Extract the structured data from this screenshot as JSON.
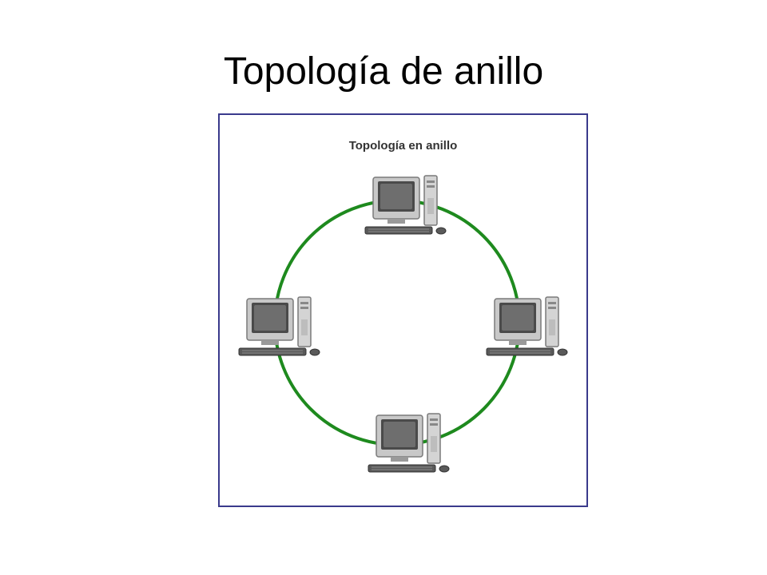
{
  "slide": {
    "title": "Topología de anillo"
  },
  "diagram": {
    "title": "Topología en anillo",
    "ring_color": "#1e8a1e",
    "frame_color": "#3a3a8c",
    "nodes": [
      {
        "name": "computer-top",
        "icon": "desktop-computer-icon"
      },
      {
        "name": "computer-left",
        "icon": "desktop-computer-icon"
      },
      {
        "name": "computer-right",
        "icon": "desktop-computer-icon"
      },
      {
        "name": "computer-bottom",
        "icon": "desktop-computer-icon"
      }
    ]
  }
}
